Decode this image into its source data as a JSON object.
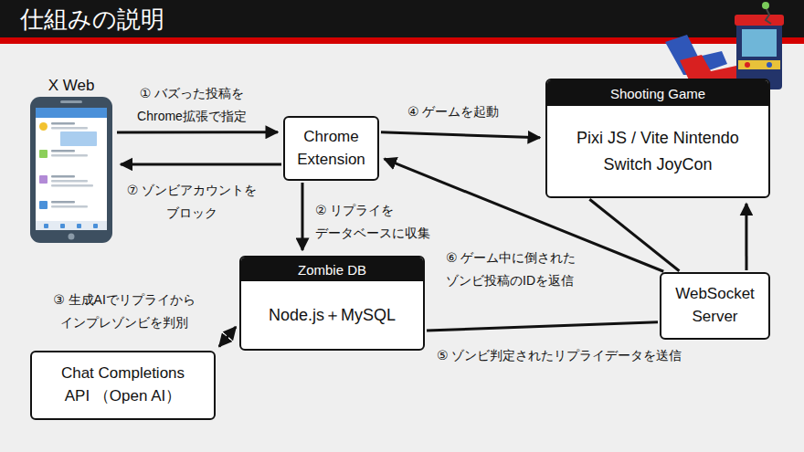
{
  "diagram": {
    "title": "仕組みの説明",
    "nodes": [
      {
        "text": [
          "X Web"
        ]
      },
      {
        "text": [
          "Chrome Extension"
        ]
      },
      {
        "text": [
          "Shooting Game",
          "Pixi JS / Vite Nintendo Switch JoyCon"
        ]
      },
      {
        "text": [
          "Zombie DB",
          "Node.js＋MySQL"
        ]
      },
      {
        "text": [
          "WebSocket Server"
        ]
      },
      {
        "text": [
          "Chat Completions API （Open AI）"
        ]
      }
    ],
    "edges": [
      {
        "from": 0,
        "to": 1,
        "label": "① バズった投稿を Chrome拡張で指定",
        "arrow": "to"
      },
      {
        "from": 1,
        "to": 0,
        "label": "⑦ ゾンビアカウントを ブロック",
        "arrow": "to"
      },
      {
        "from": 1,
        "to": 3,
        "label": "② リプライを データベースに収集",
        "arrow": "to"
      },
      {
        "from": 3,
        "to": 5,
        "label": "③ 生成AIでリプライから インプレゾンビを判別",
        "arrow": "both"
      },
      {
        "from": 1,
        "to": 2,
        "label": "④ ゲームを起動",
        "arrow": "to"
      },
      {
        "from": 3,
        "to": 4,
        "label": "⑤ ゾンビ判定されたリプライデータを送信",
        "arrow": "none"
      },
      {
        "from": 4,
        "to": 1,
        "label": "⑥ ゲーム中に倒された ゾンビ投稿のIDを返信",
        "arrow": "to"
      },
      {
        "from": 2,
        "to": 4,
        "arrow": "none"
      },
      {
        "from": 4,
        "to": 2,
        "arrow": "to"
      }
    ]
  }
}
